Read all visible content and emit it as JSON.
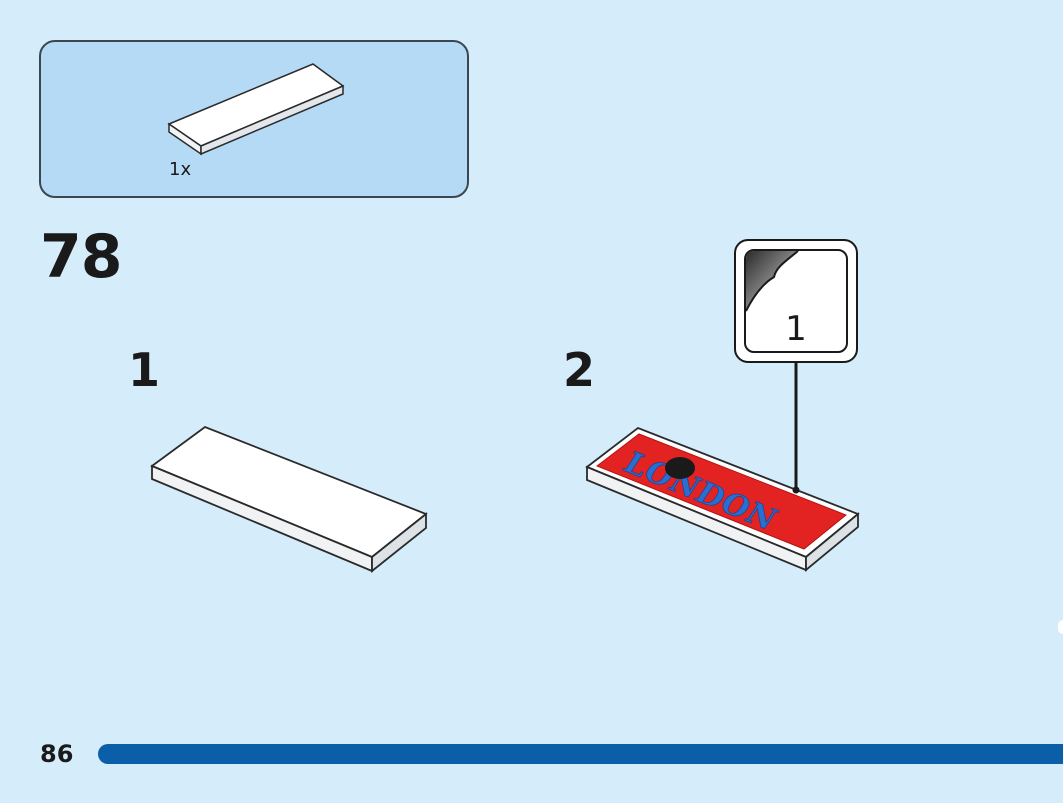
{
  "parts_box": {
    "quantity_label": "1x",
    "part_icon": "white-flat-tile-icon"
  },
  "step": {
    "number": "78"
  },
  "substeps": [
    {
      "number": "1",
      "image": "plain-white-tile-icon"
    },
    {
      "number": "2",
      "image": "london-sign-tile-icon",
      "sticker_text": "LONDON"
    }
  ],
  "sticker_callout": {
    "count": "1",
    "icon": "sticker-peel-icon"
  },
  "footer": {
    "page_number": "86"
  },
  "colors": {
    "background": "#d5ecfb",
    "parts_box": "#b5daf6",
    "progress_bar": "#0b5ea8",
    "sticker_red": "#e32222",
    "sticker_blue": "#1f5fbf"
  }
}
